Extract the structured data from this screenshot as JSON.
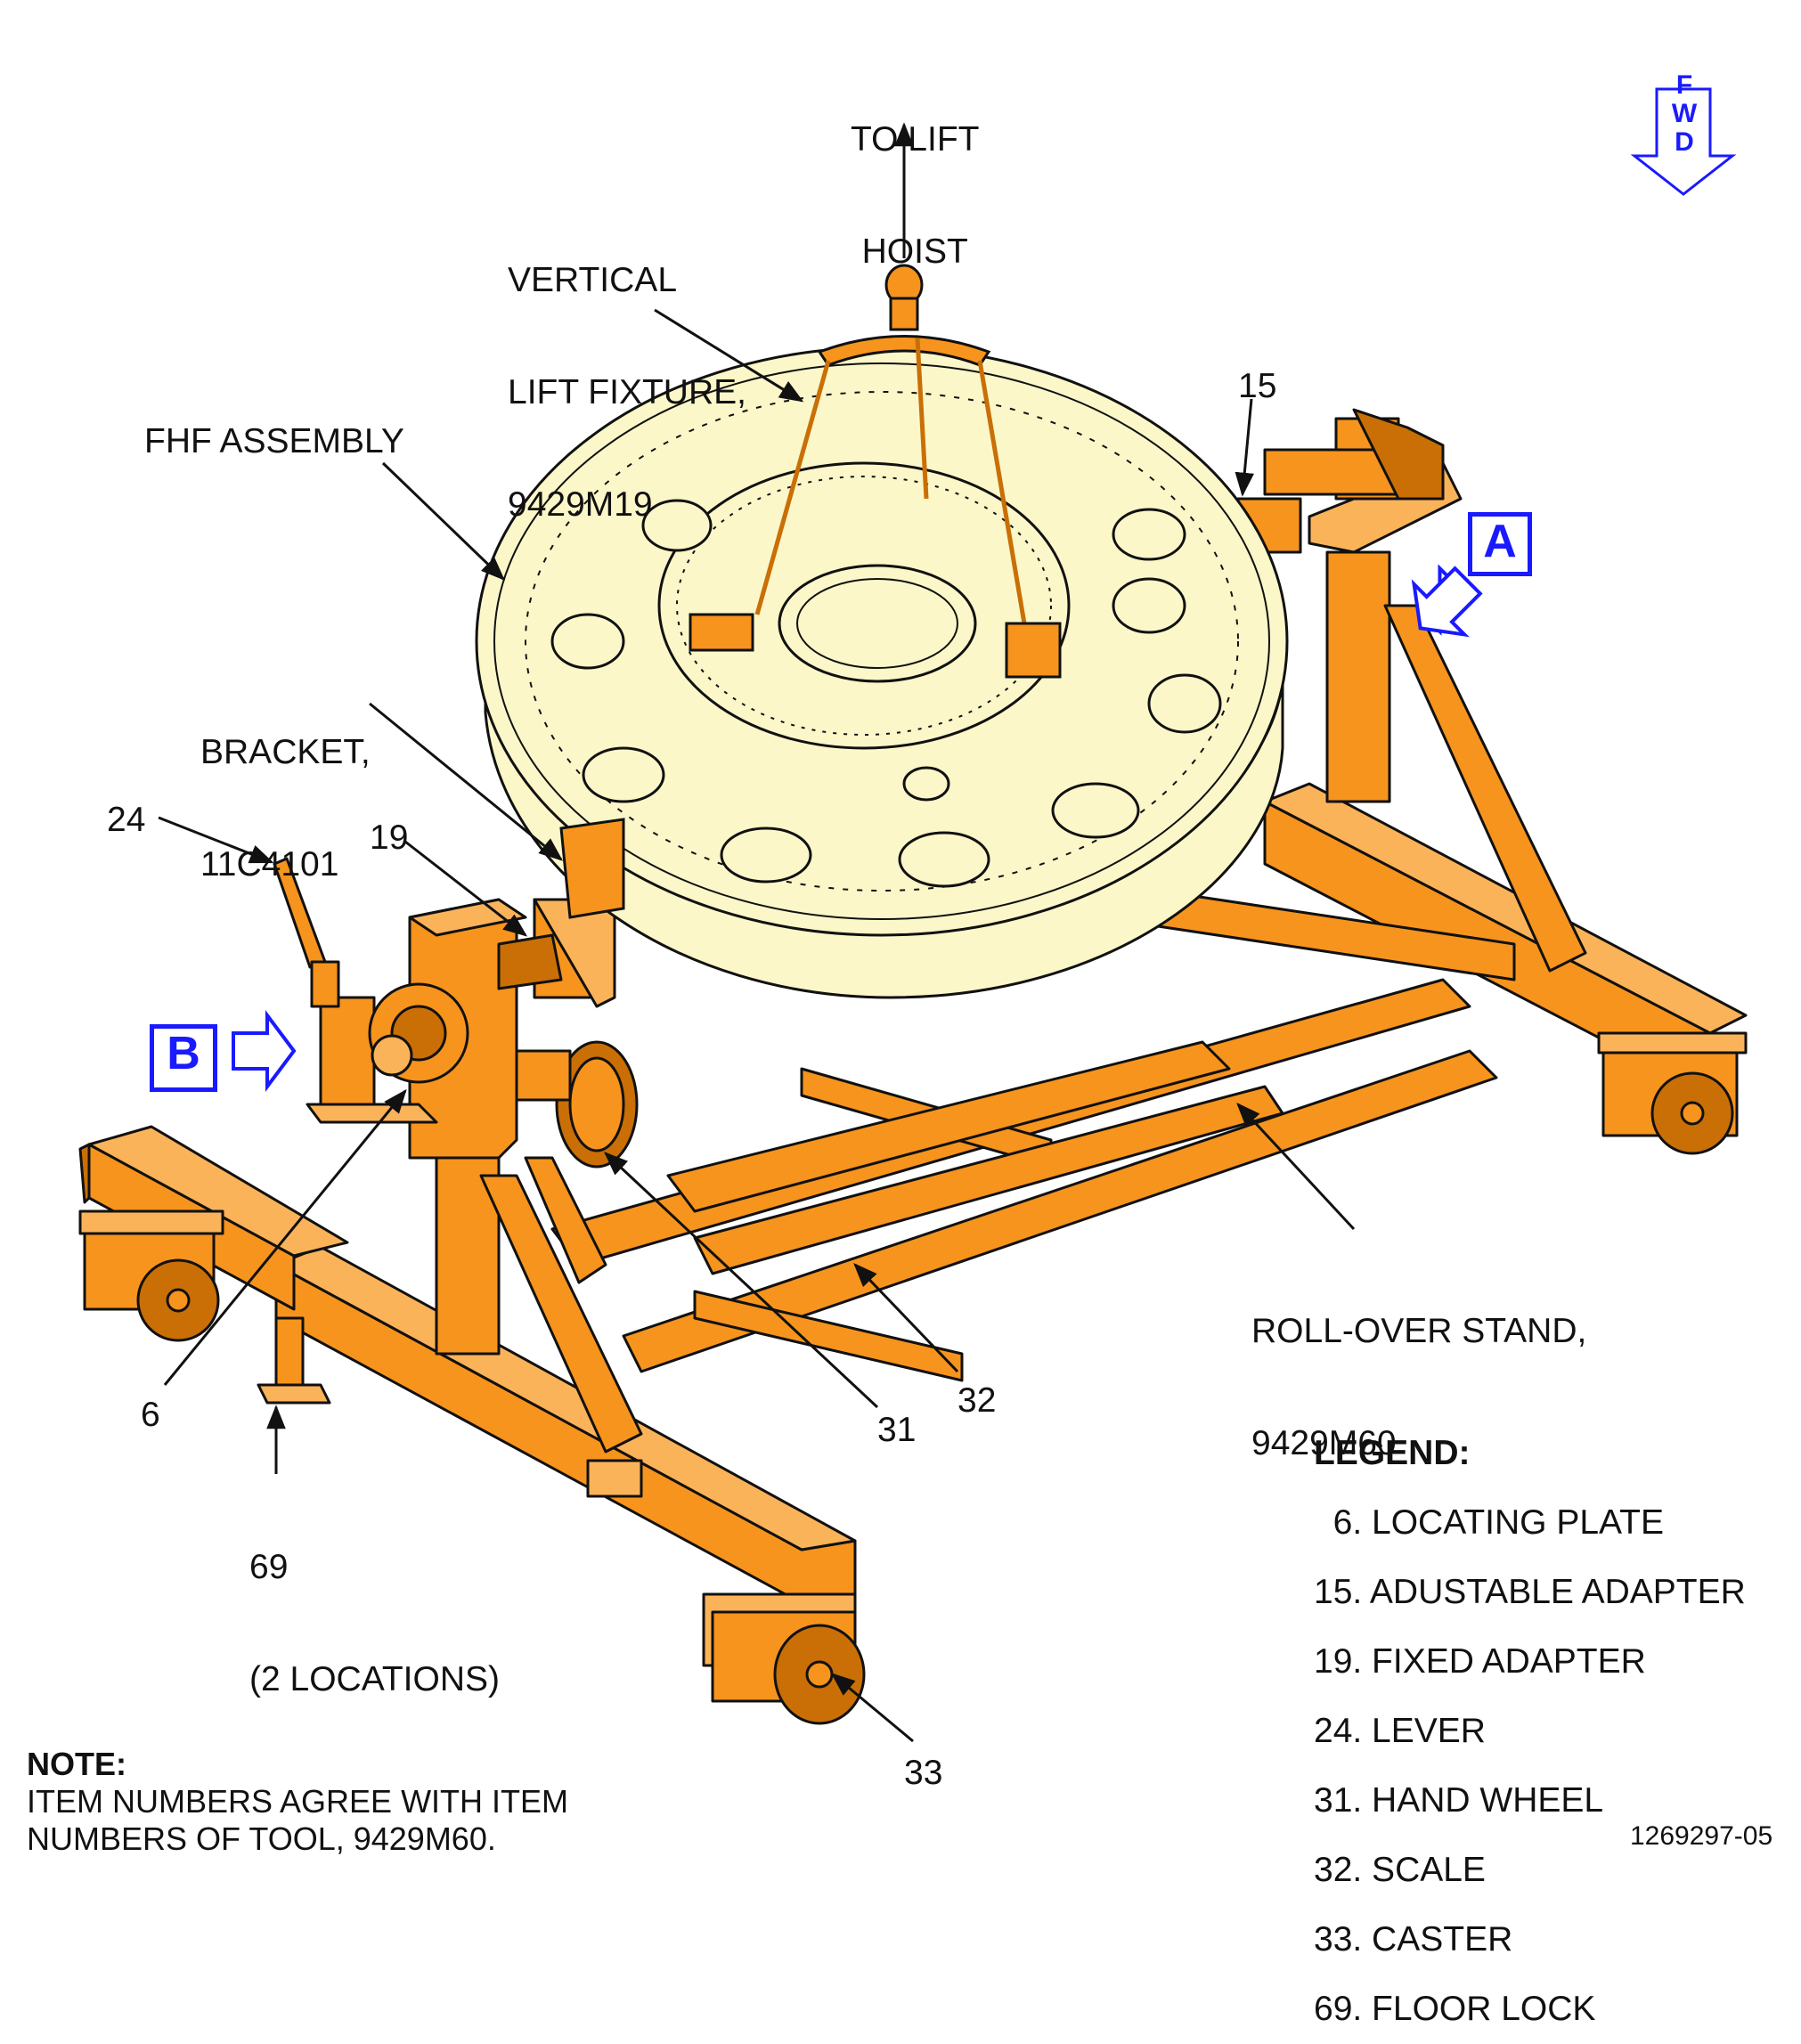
{
  "callouts": {
    "to_lift_hoist": [
      "TO LIFT",
      "HOIST"
    ],
    "vertical_lift_fixture": [
      "VERTICAL",
      "LIFT FIXTURE,",
      "9429M19"
    ],
    "fhf_assembly": "FHF ASSEMBLY",
    "bracket": [
      "BRACKET,",
      "11C4101"
    ],
    "roll_over_stand": [
      "ROLL-OVER STAND,",
      "9429M60"
    ],
    "item_15": "15",
    "item_24": "24",
    "item_19": "19",
    "item_6": "6",
    "item_69": [
      "69",
      "(2 LOCATIONS)"
    ],
    "item_31": "31",
    "item_32": "32",
    "item_33": "33"
  },
  "view_labels": {
    "a": "A",
    "b": "B"
  },
  "fwd": [
    "F",
    "W",
    "D"
  ],
  "legend": {
    "title": "LEGEND:",
    "items": [
      "  6. LOCATING PLATE",
      "15. ADUSTABLE ADAPTER",
      "19. FIXED ADAPTER",
      "24. LEVER",
      "31. HAND WHEEL",
      "32. SCALE",
      "33. CASTER",
      "69. FLOOR LOCK"
    ]
  },
  "note": {
    "title": "NOTE:",
    "lines": [
      "ITEM NUMBERS AGREE WITH ITEM",
      "NUMBERS OF TOOL, 9429M60."
    ]
  },
  "figure_id": "1269297-05",
  "colors": {
    "stand": "#f7941d",
    "stand_dark": "#c96f06",
    "assembly": "#fbf7c9",
    "view_arrow": "#1a1aff",
    "line": "#111111"
  }
}
